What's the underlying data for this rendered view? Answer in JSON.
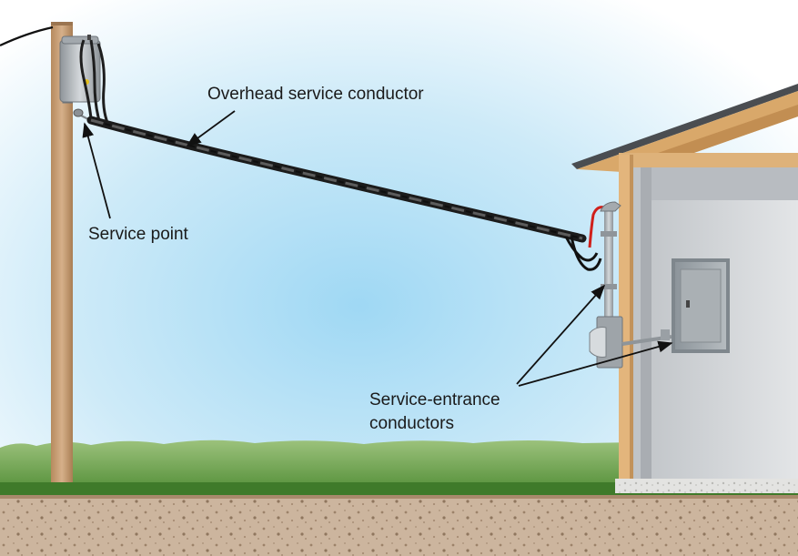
{
  "labels": {
    "overhead_service_conductor": "Overhead service conductor",
    "service_point": "Service point",
    "service_entrance_line1": "Service-entrance",
    "service_entrance_line2": "conductors"
  },
  "colors": {
    "sky_top": "#ffffff",
    "sky_glow": "#a9dcf5",
    "grass": "#5a8f3c",
    "soil": "#cbb39b",
    "pole": "#c9a27a",
    "house_wall": "#cfd2d6",
    "wood_frame": "#e2b77c",
    "panel": "#9aa1a6",
    "conductor": "#2a2a2a",
    "hot_red": "#d0201b"
  }
}
